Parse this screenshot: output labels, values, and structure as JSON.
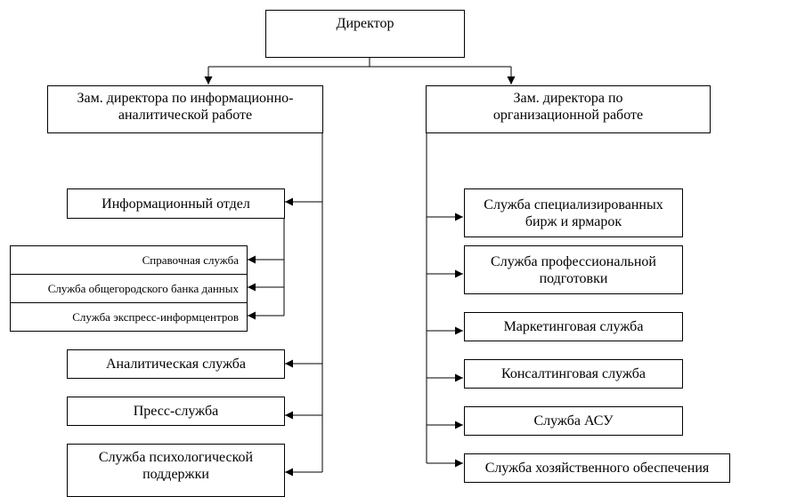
{
  "director": "Директор",
  "deputies": {
    "info": "Зам. директора по информационно-\nаналитической работе",
    "org": "Зам. директора по\nорганизационной  работе"
  },
  "left_units": {
    "info_dept": "Информационный отдел",
    "sub": [
      "Справочная служба",
      "Служба общегородского банка данных",
      "Служба экспресс-информцентров"
    ],
    "analytic": "Аналитическая служба",
    "press": "Пресс-служба",
    "psych": "Служба психологической\nподдержки"
  },
  "right_units": [
    "Служба специализированных\nбирж и ярмарок",
    "Служба профессиональной\nподготовки",
    "Маркетинговая служба",
    "Консалтинговая служба",
    "Служба АСУ",
    "Служба хозяйственного обеспечения"
  ]
}
